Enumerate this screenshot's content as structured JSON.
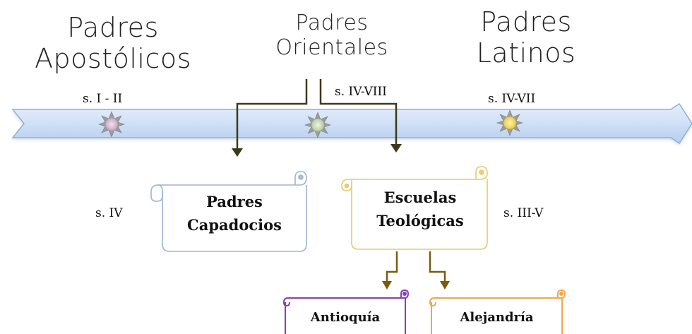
{
  "timeline": {
    "eras": [
      {
        "line1": "Padres",
        "line2": "Apostólicos",
        "date": "s. I - II"
      },
      {
        "line1": "Padres",
        "line2": "Orientales",
        "date": "s. IV-VIII"
      },
      {
        "line1": "Padres",
        "line2": "Latinos",
        "date": "s. IV-VII"
      }
    ]
  },
  "branches": {
    "capadocios": {
      "line1": "Padres",
      "line2": "Capadocios",
      "date": "s. IV"
    },
    "escuelas": {
      "line1": "Escuelas",
      "line2": "Teológicas",
      "date": "s. III-V"
    },
    "antioquia": {
      "label": "Antioquía"
    },
    "alejandria": {
      "label": "Alejandría"
    }
  },
  "colors": {
    "arrow_fill": "#cfe0f7",
    "arrow_stroke": "#8fb0dc",
    "connector": "#3a3a1a",
    "sub_connector": "#7a5a10",
    "scroll_capadocios": "#9db4d6",
    "scroll_escuelas": "#e8c86a",
    "scroll_antioquia": "#8a3fb0",
    "scroll_alejandria": "#f0a84a"
  }
}
